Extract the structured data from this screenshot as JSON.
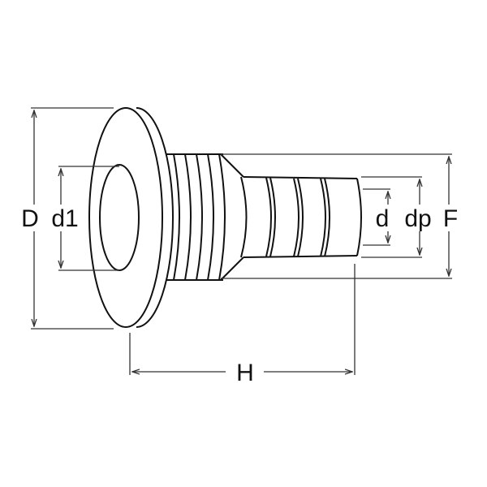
{
  "diagram": {
    "labels": {
      "D": "D",
      "d1": "d1",
      "d": "d",
      "dp": "dp",
      "F": "F",
      "H": "H"
    },
    "colors": {
      "line": "#111111",
      "background": "#ffffff"
    }
  }
}
